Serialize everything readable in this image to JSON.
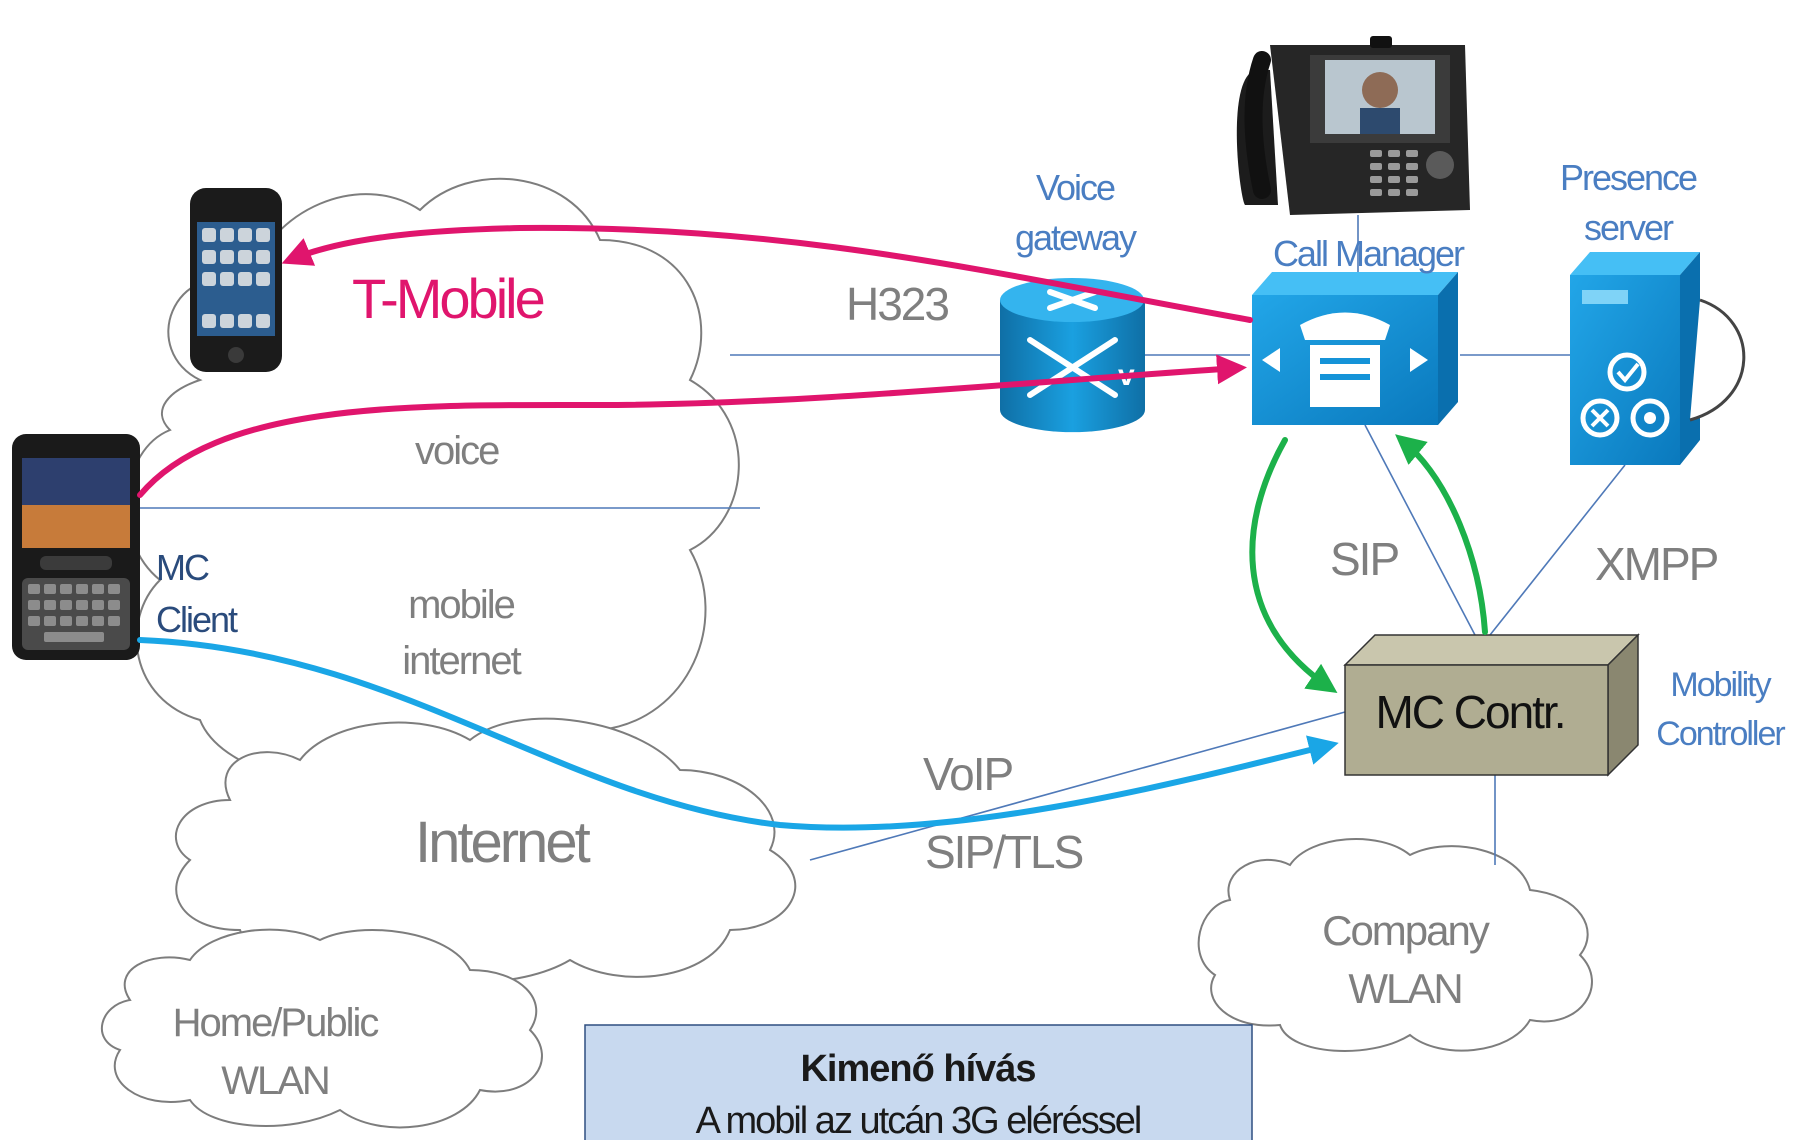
{
  "clouds": {
    "tmobile": "T-Mobile",
    "mobile_internet": [
      "mobile",
      "internet"
    ],
    "internet": "Internet",
    "home_wlan": [
      "Home/Public",
      "WLAN"
    ],
    "company_wlan": [
      "Company",
      "WLAN"
    ]
  },
  "nodes": {
    "voice_gateway": [
      "Voice",
      "gateway"
    ],
    "call_manager": "Call Manager",
    "presence_server": [
      "Presence",
      "server"
    ],
    "mc_controller": "MC Contr.",
    "mobility_controller": [
      "Mobility",
      "Controller"
    ],
    "mc_client": [
      "MC",
      "Client"
    ]
  },
  "protocols": {
    "h323": "H323",
    "voice": "voice",
    "sip": "SIP",
    "xmpp": "XMPP",
    "voip": "VoIP",
    "sip_tls": "SIP/TLS"
  },
  "caption": {
    "title": "Kimenő hívás",
    "subtitle": "A mobil az utcán 3G eléréssel"
  },
  "colors": {
    "pink_flow": "#e0156d",
    "green_flow": "#1cb14a",
    "blue_flow": "#1aa6e6",
    "line": "#4f79b8",
    "cisco_blue": "#1593d8"
  }
}
